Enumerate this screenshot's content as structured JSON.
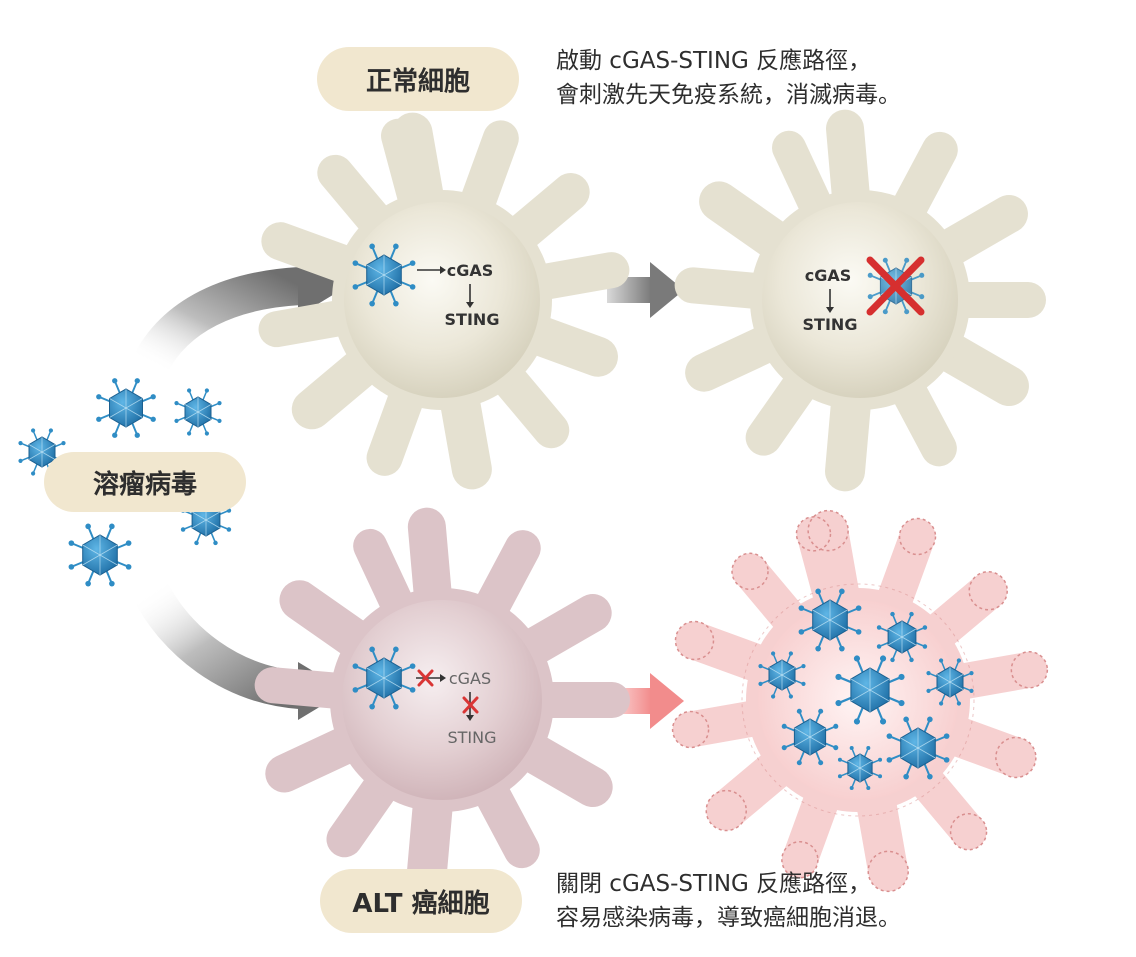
{
  "normal": {
    "label": "正常細胞",
    "desc": [
      "啟動 cGAS-STING 反應路徑，",
      "會刺激先天免疫系統，消滅病毒。"
    ]
  },
  "alt": {
    "label": "ALT 癌細胞",
    "desc": [
      "關閉 cGAS-STING 反應路徑，",
      "容易感染病毒，導致癌細胞消退。"
    ]
  },
  "virus_label": "溶瘤病毒",
  "pathway": {
    "cgas": "cGAS",
    "sting": "STING"
  },
  "colors": {
    "normal_cell": "#e7e3d3",
    "cancer_cell": "#ddc6c9",
    "lysed_cell": "#f7d2d2",
    "virus": "#2f8dc5",
    "block_red": "#d93535",
    "pill": "#f1e7cf"
  }
}
